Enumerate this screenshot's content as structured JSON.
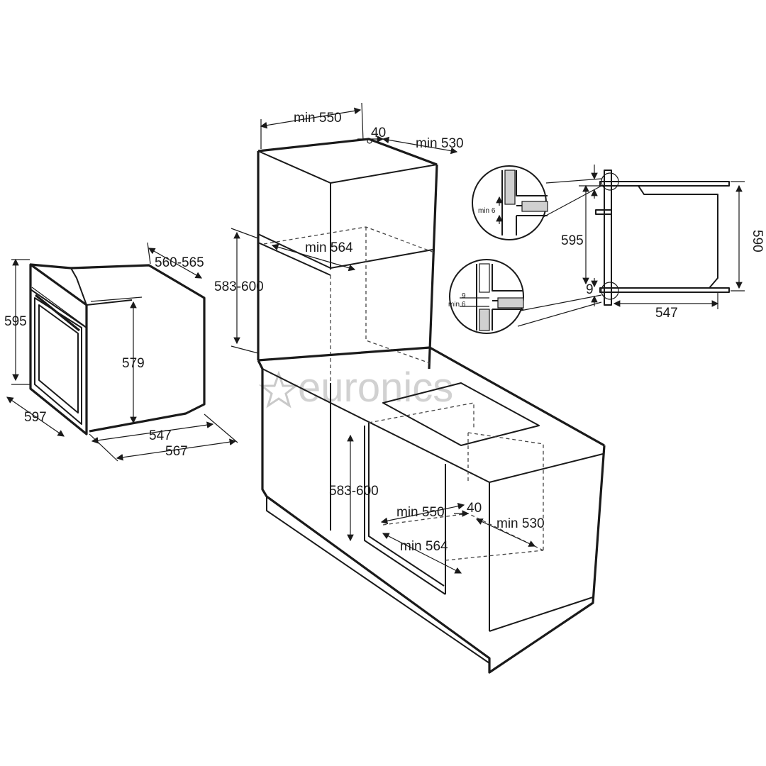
{
  "watermark": {
    "brand": "euronics",
    "icon": "star-icon",
    "color": "#c9c9c9"
  },
  "oven": {
    "height": "595",
    "depth_top": "560-565",
    "inner_height": "579",
    "width": "597",
    "depth_body": "547",
    "depth_total": "567"
  },
  "tall_cabinet": {
    "min_width": "min 550",
    "gap": "40",
    "min_depth": "min 530",
    "niche_min_width": "min 564",
    "niche_height": "583-600"
  },
  "base_cabinet": {
    "niche_height": "583-600",
    "min_width": "min 550",
    "gap": "40",
    "min_depth": "min 530",
    "niche_min_width": "min 564"
  },
  "side_detail": {
    "top_label": "min 6",
    "bottom_label_a": "9",
    "bottom_label_b": "min 6",
    "height": "595",
    "gap": "9",
    "depth": "547",
    "inner_height": "590"
  }
}
